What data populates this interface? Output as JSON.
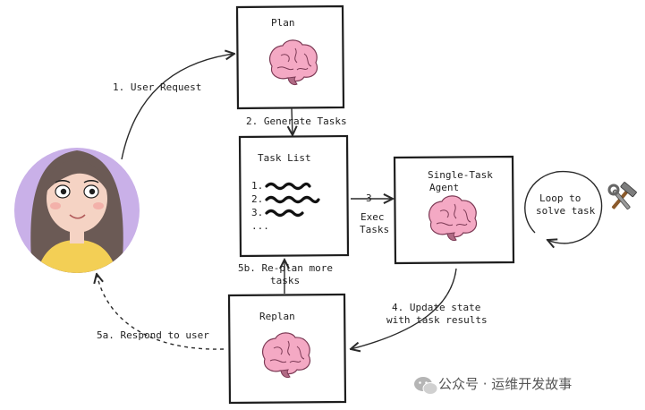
{
  "nodes": {
    "plan": {
      "title": "Plan"
    },
    "task_list": {
      "title": "Task List",
      "items": [
        "1.",
        "2.",
        "3.",
        "..."
      ]
    },
    "single_task_agent": {
      "title_line1": "Single-Task",
      "title_line2": "Agent"
    },
    "replan": {
      "title": "Replan"
    },
    "loop": {
      "line1": "Loop to",
      "line2": "solve task"
    }
  },
  "edges": {
    "user_request": "1. User Request",
    "generate_tasks": "2. Generate Tasks",
    "exec_number": "3",
    "exec_line1": "Exec",
    "exec_line2": "Tasks",
    "update_line1": "4. Update state",
    "update_line2": "with task results",
    "replan_line1": "5b. Re-plan more",
    "replan_line2": "tasks",
    "respond": "5a. Respond to user"
  },
  "watermark": {
    "text": "公众号 · 运维开发故事"
  },
  "icons": {
    "user": "avatar-woman-icon",
    "brain": "brain-icon",
    "tools": "hammer-wrench-icon",
    "wechat": "wechat-icon"
  },
  "colors": {
    "avatar_bg": "#c9b0e8",
    "hair": "#6b5a55",
    "skin": "#f5d3c4",
    "shirt": "#f3cf55",
    "brain": "#f4a9c4",
    "stroke": "#1e1e1e"
  }
}
